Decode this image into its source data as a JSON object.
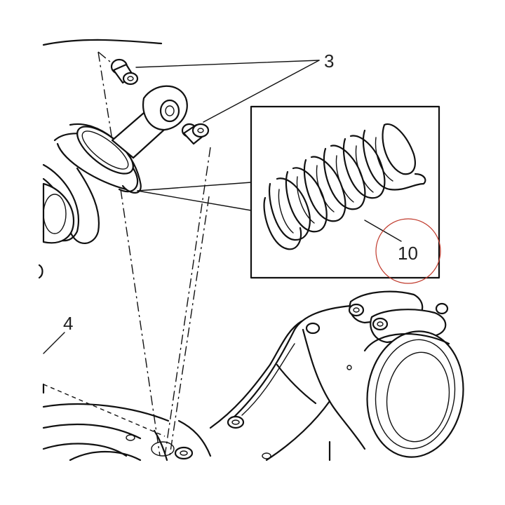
{
  "callouts": {
    "bushings": "3",
    "swingarm": "4",
    "spring": "10"
  },
  "colors": {
    "line": "#111111",
    "background": "#ffffff",
    "highlight_circle": "#c0392b"
  }
}
